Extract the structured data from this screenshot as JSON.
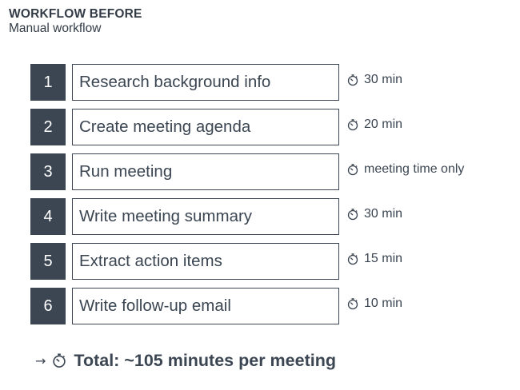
{
  "header": {
    "title": "WORKFLOW BEFORE",
    "subtitle": "Manual workflow"
  },
  "steps": [
    {
      "number": "1",
      "label": "Research background info",
      "time": "30 min",
      "icon": "stopwatch-icon"
    },
    {
      "number": "2",
      "label": "Create meeting agenda",
      "time": "20 min",
      "icon": "stopwatch-icon"
    },
    {
      "number": "3",
      "label": "Run meeting",
      "time": "meeting time only",
      "icon": "stopwatch-icon"
    },
    {
      "number": "4",
      "label": "Write meeting summary",
      "time": "30 min",
      "icon": "stopwatch-icon"
    },
    {
      "number": "5",
      "label": "Extract action items",
      "time": "15 min",
      "icon": "stopwatch-icon"
    },
    {
      "number": "6",
      "label": "Write follow-up email",
      "time": "10 min",
      "icon": "stopwatch-icon"
    }
  ],
  "total": {
    "arrow": "→",
    "icon": "stopwatch-icon",
    "text": "Total: ~105 minutes per meeting"
  },
  "colors": {
    "accent_dark": "#3b4652",
    "background": "#ffffff"
  }
}
